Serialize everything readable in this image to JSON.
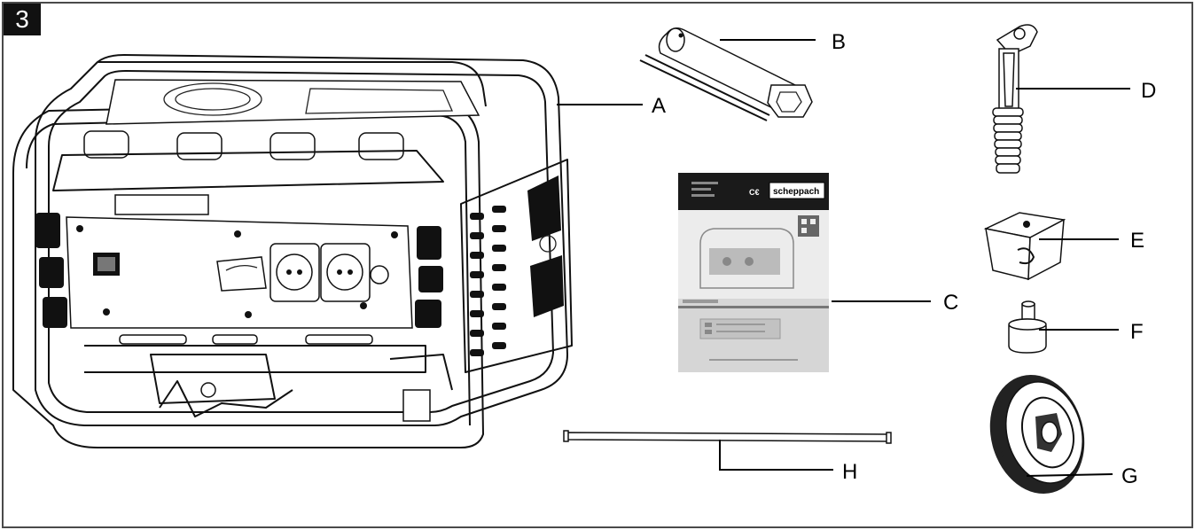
{
  "figure_number": "3",
  "manual_brand": "scheppach",
  "parts": {
    "A": "A",
    "B": "B",
    "C": "C",
    "D": "D",
    "E": "E",
    "F": "F",
    "G": "G",
    "H": "H"
  },
  "icons": [
    "generator",
    "spark-plug-wrench",
    "operating-manual",
    "handle",
    "wheel-bracket",
    "rubber-foot",
    "wheel",
    "axle-rod"
  ]
}
